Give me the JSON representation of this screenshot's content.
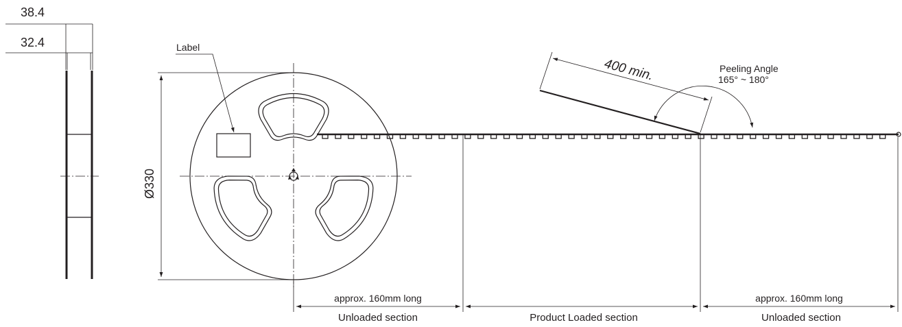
{
  "side_view": {
    "dim_outer": "38.4",
    "dim_inner": "32.4"
  },
  "reel": {
    "label_callout": "Label",
    "diameter": "Ø330"
  },
  "peeling": {
    "length": "400 min.",
    "angle_title": "Peeling Angle",
    "angle_range": "165° ~ 180°"
  },
  "sections": {
    "leader_length": "approx. 160mm long",
    "leader_name": "Unloaded section",
    "product_name": "Product Loaded section",
    "trailer_length": "approx. 160mm long",
    "trailer_name": "Unloaded section"
  }
}
